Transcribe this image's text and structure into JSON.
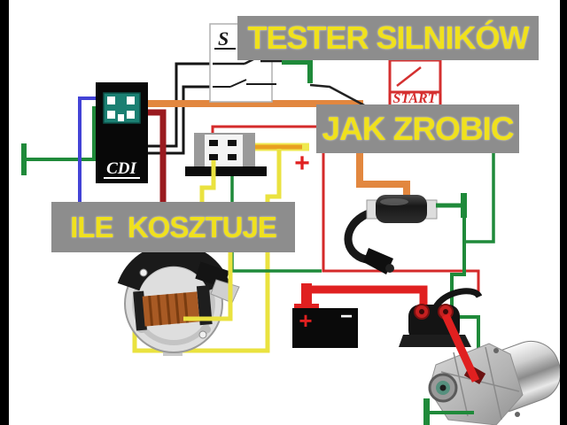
{
  "scene": {
    "background": "#ffffff",
    "letterbox_color": "#000000",
    "banner_bg": "#8d8d8d",
    "banner_text_color": "#f0e11d"
  },
  "banners": {
    "top": {
      "text": "TESTER SILNIKÓW"
    },
    "middle": {
      "text": "JAK ZROBIC"
    },
    "bottom": {
      "text": "ILE  KOSZTUJE"
    }
  },
  "labels": {
    "cdi": "CDI",
    "kill_switch": "S",
    "start_button": "START",
    "rectifier_dc_plus": "+",
    "battery_plus": "+",
    "battery_minus": "−"
  },
  "components": [
    "cdi-unit",
    "magneto-stator",
    "rectifier-regulator",
    "kill-switch-box",
    "start-button-box",
    "ignition-coil",
    "spark-plug-cap",
    "battery",
    "starter-relay",
    "starter-motor"
  ],
  "wire_colors": {
    "orange": "#e2873f",
    "dark_red": "#9a1a1f",
    "bright_red": "#e02020",
    "thin_red": "#d42a2a",
    "yellow": "#eae23f",
    "green": "#1f8a3a",
    "blue": "#4343d6",
    "black": "#161616"
  }
}
